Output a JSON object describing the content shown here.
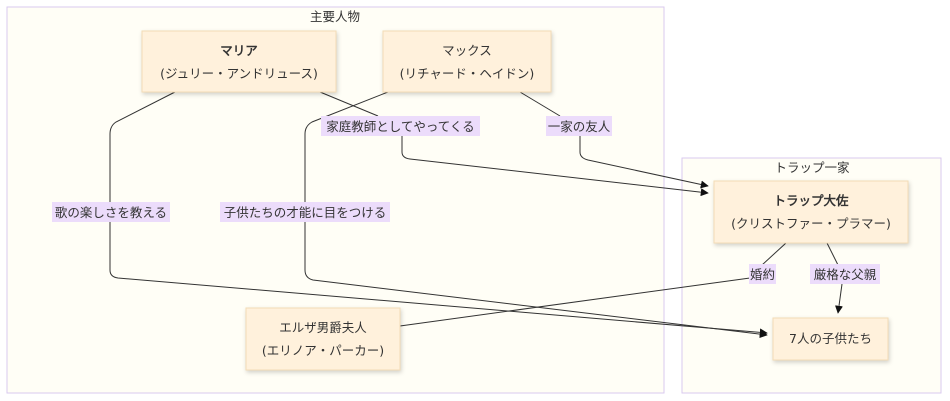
{
  "clusters": {
    "main": "主要人物",
    "family": "トラップ一家"
  },
  "nodes": {
    "maria": {
      "name": "マリア",
      "actor": "(ジュリー・アンドリュース)"
    },
    "max": {
      "name": "マックス",
      "actor": "(リチャード・ヘイドン)"
    },
    "captain": {
      "name": "トラップ大佐",
      "actor": "(クリストファー・プラマー)"
    },
    "children": {
      "name": "7人の子供たち"
    },
    "elsa": {
      "name": "エルザ男爵夫人",
      "actor": "(エリノア・パーカー)"
    }
  },
  "edges": {
    "maria_captain": "家庭教師としてやってくる",
    "max_captain": "一家の友人",
    "maria_children": "歌の楽しさを教える",
    "max_children": "子供たちの才能に目をつける",
    "elsa_captain": "婚約",
    "captain_children": "厳格な父親"
  }
}
